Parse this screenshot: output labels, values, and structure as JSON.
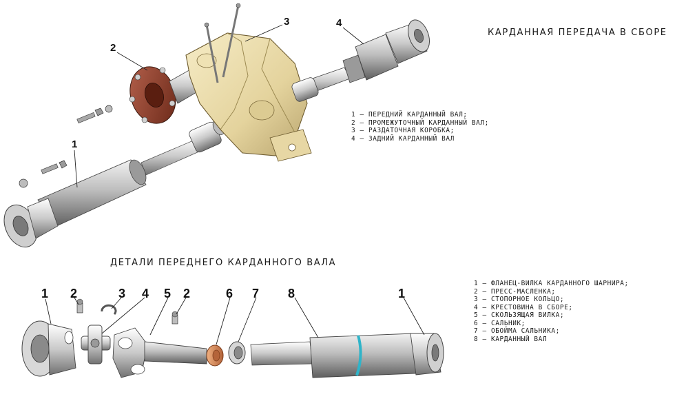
{
  "assembly": {
    "title": "КАРДАННАЯ ПЕРЕДАЧА В СБОРЕ",
    "callouts": [
      "1",
      "2",
      "3",
      "4"
    ],
    "legend": [
      "1 – ПЕРЕДНИЙ КАРДАННЫЙ ВАЛ;",
      "2 – ПРОМЕЖУТОЧНЫЙ КАРДАННЫЙ ВАЛ;",
      "3 – РАЗДАТОЧНАЯ КОРОБКА;",
      "4 – ЗАДНИЙ КАРДАННЫЙ ВАЛ"
    ]
  },
  "details": {
    "title": "ДЕТАЛИ ПЕРЕДНЕГО КАРДАННОГО ВАЛА",
    "callouts": [
      "1",
      "2",
      "3",
      "4",
      "5",
      "2",
      "6",
      "7",
      "8",
      "1"
    ],
    "legend": [
      "1 – ФЛАНЕЦ-ВИЛКА КАРДАННОГО ШАРНИРА;",
      "2 – ПРЕСС-МАСЛЕНКА;",
      "3 – СТОПОРНОЕ КОЛЬЦО;",
      "4 – КРЕСТОВИНА В СБОРЕ;",
      "5 – СКОЛЬЗЯЩАЯ ВИЛКА;",
      "6 – САЛЬНИК;",
      "7 – ОБОЙМА САЛЬНИКА;",
      "8 – КАРДАННЫЙ ВАЛ"
    ]
  },
  "colors": {
    "steel_light": "#e6e6e6",
    "steel_dark": "#6e6e6e",
    "transfer_case": "#e9dcae",
    "flange_red": "#8a3a2a",
    "seal_orange": "#d58a55",
    "ring_cyan": "#2fb4c9"
  }
}
